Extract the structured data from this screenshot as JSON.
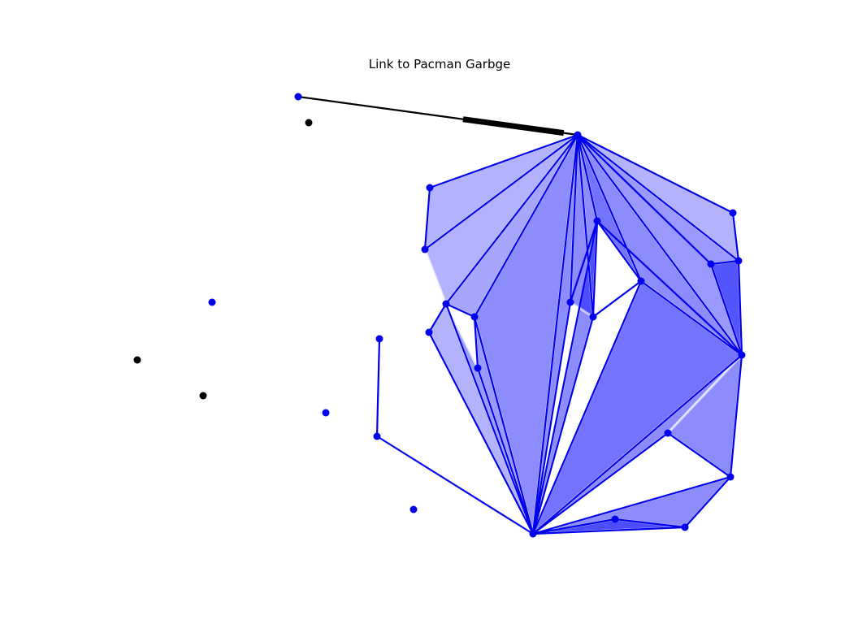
{
  "title": "Link to Pacman Garbge",
  "colors": {
    "network": "#0000ee",
    "fill": "#0000ff",
    "link": "#000000",
    "isolated_dark": "#000000"
  },
  "chart_data": {
    "type": "network",
    "title": "Link to Pacman Garbge",
    "nodes": [
      {
        "id": "A",
        "color": "blue"
      },
      {
        "id": "B",
        "color": "black"
      },
      {
        "id": "H",
        "color": "blue"
      },
      {
        "id": "C1",
        "color": "blue"
      },
      {
        "id": "C2",
        "color": "blue"
      },
      {
        "id": "C3",
        "color": "blue"
      },
      {
        "id": "C4",
        "color": "blue"
      },
      {
        "id": "C5",
        "color": "blue"
      },
      {
        "id": "C6",
        "color": "blue"
      },
      {
        "id": "C7",
        "color": "blue"
      },
      {
        "id": "C8",
        "color": "blue"
      },
      {
        "id": "C9",
        "color": "blue"
      },
      {
        "id": "C10",
        "color": "blue"
      },
      {
        "id": "C11",
        "color": "blue"
      },
      {
        "id": "C12",
        "color": "blue"
      },
      {
        "id": "C13",
        "color": "blue"
      },
      {
        "id": "C14",
        "color": "blue"
      },
      {
        "id": "C15",
        "color": "blue"
      },
      {
        "id": "C16",
        "color": "blue"
      },
      {
        "id": "C17",
        "color": "blue"
      },
      {
        "id": "C18",
        "color": "blue"
      },
      {
        "id": "L",
        "color": "blue"
      },
      {
        "id": "P1",
        "color": "blue"
      },
      {
        "id": "P2",
        "color": "blue"
      },
      {
        "id": "I1",
        "color": "blue"
      },
      {
        "id": "I2",
        "color": "black"
      },
      {
        "id": "I3",
        "color": "black"
      },
      {
        "id": "I4",
        "color": "blue"
      },
      {
        "id": "I5",
        "color": "blue"
      }
    ],
    "links": [
      {
        "from": "A",
        "to": "H",
        "style": "black-thick-middle"
      }
    ],
    "fan_hubs": [
      "H",
      "L"
    ],
    "fan_groups": [
      {
        "hub": "H",
        "rim": [
          "C1",
          "C2",
          "C3",
          "C4",
          "C5",
          "C6",
          "C7",
          "C8",
          "C9",
          "C10",
          "C11"
        ]
      },
      {
        "hub": "L",
        "rim": [
          "C3",
          "C4",
          "C5",
          "C6",
          "C7",
          "C8",
          "C9",
          "C10",
          "C11",
          "C12",
          "C13",
          "C14",
          "C15",
          "C16",
          "C17",
          "C18"
        ]
      }
    ]
  }
}
